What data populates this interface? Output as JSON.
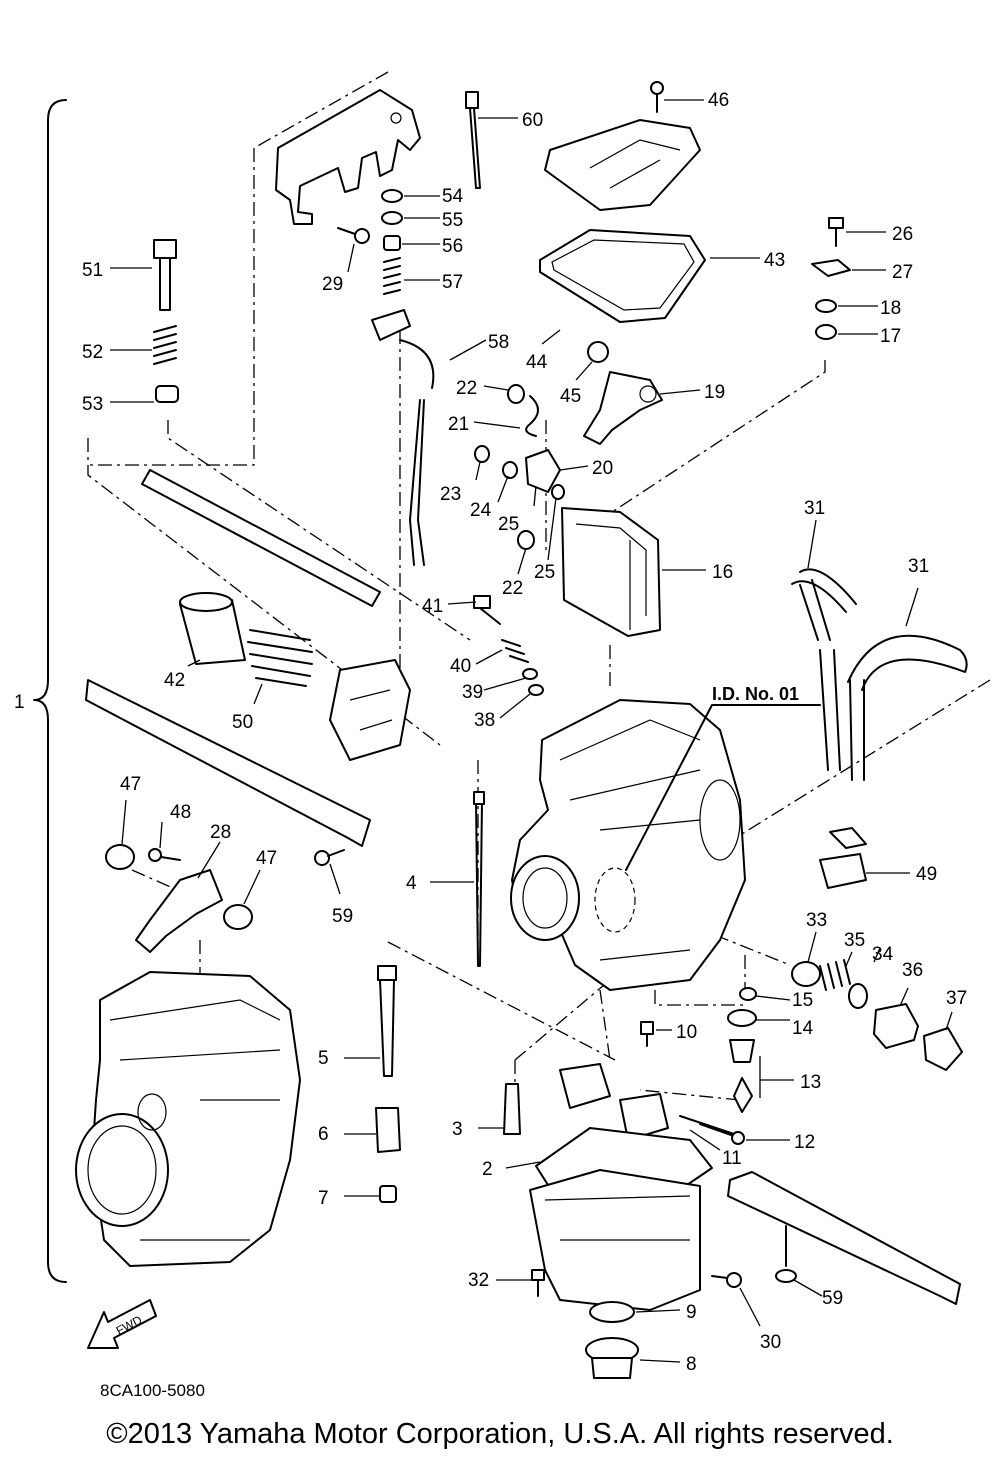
{
  "diagram": {
    "assembly_number": "1",
    "catalog_code": "8CA100-5080",
    "id_label": "I.D. No. 01",
    "fwd_label": "FWD",
    "callouts": [
      "2",
      "3",
      "4",
      "5",
      "6",
      "7",
      "8",
      "9",
      "10",
      "11",
      "12",
      "13",
      "14",
      "15",
      "16",
      "17",
      "18",
      "19",
      "20",
      "21",
      "22",
      "22",
      "23",
      "24",
      "25",
      "25",
      "26",
      "27",
      "28",
      "29",
      "30",
      "31",
      "31",
      "32",
      "33",
      "34",
      "35",
      "36",
      "37",
      "38",
      "39",
      "40",
      "41",
      "42",
      "43",
      "44",
      "45",
      "46",
      "47",
      "47",
      "48",
      "49",
      "50",
      "51",
      "52",
      "53",
      "54",
      "55",
      "56",
      "57",
      "58",
      "59",
      "59",
      "60"
    ]
  },
  "footer": {
    "copyright": "©2013 Yamaha Motor Corporation, U.S.A. All rights reserved."
  }
}
